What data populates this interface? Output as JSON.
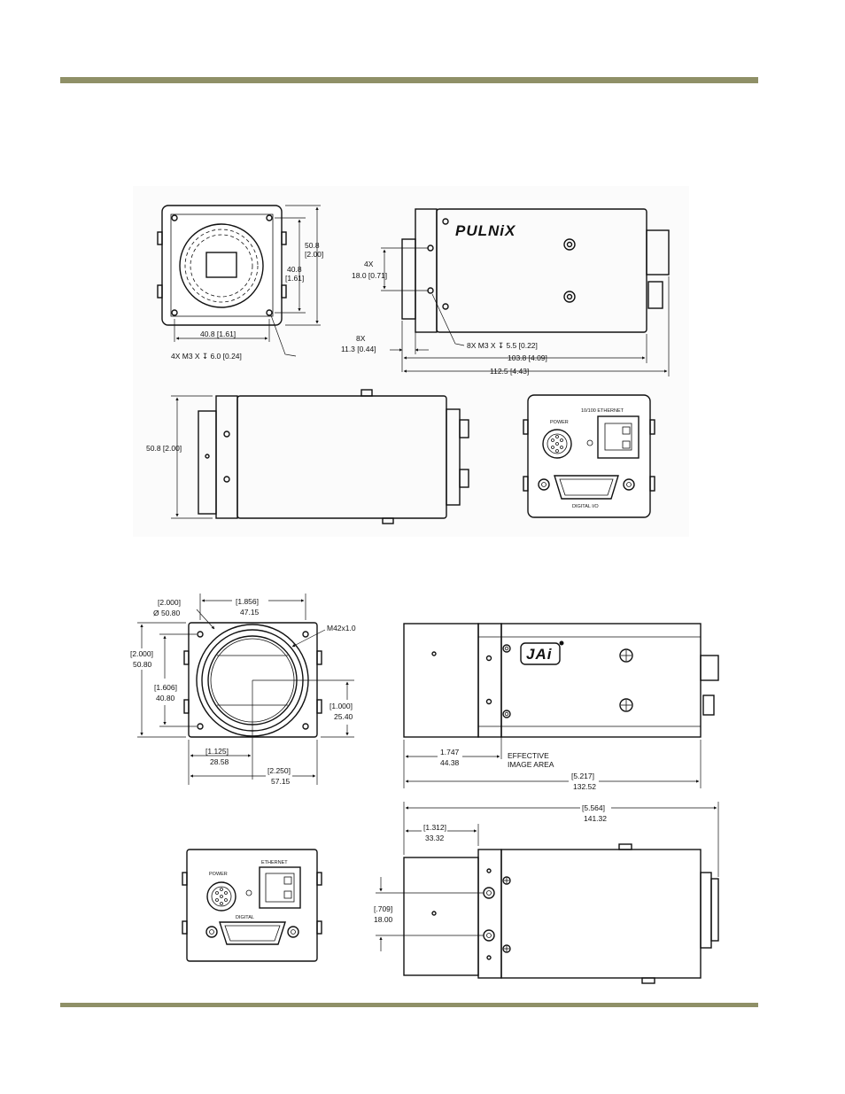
{
  "pulnix_drawing": {
    "front": {
      "height_mm": "50.8",
      "height_in": "[2.00]",
      "hole_v_mm": "40.8",
      "hole_v_in": "[1.61]",
      "hole_h": "40.8 [1.61]",
      "mount_holes": "4X M3 X ↧ 6.0 [0.24]"
    },
    "side": {
      "brand": "PULNiX",
      "hole_count": "4X",
      "hole_pitch": "18.0 [0.71]",
      "flange_count": "8X",
      "flange_length": "11.3 [0.44]",
      "side_holes": "8X M3 X ↧ 5.5 [0.22]",
      "body_length": "103.8 [4.09]",
      "total_length": "112.5 [4.43]"
    },
    "bottom": {
      "height": "50.8 [2.00]"
    },
    "rear": {
      "ethernet_label": "10/100 ETHERNET",
      "power_label": "POWER",
      "io_label": "DIGITAL I/O"
    }
  },
  "jai_drawing": {
    "front": {
      "diameter_in": "[2.000]",
      "diameter_mm": "Ø  50.80",
      "top_in": "[1.856]",
      "top_mm": "47.15",
      "thread": "M42x1.0",
      "height_in": "[2.000]",
      "height_mm": "50.80",
      "inner_in": "[1.606]",
      "inner_mm": "40.80",
      "center_v_in": "[1.000]",
      "center_v_mm": "25.40",
      "center_h_in": "[1.125]",
      "center_h_mm": "28.58",
      "width_in": "[2.250]",
      "width_mm": "57.15"
    },
    "side": {
      "sensor_in": "1.747",
      "sensor_mm": "44.38",
      "effective_label_1": "EFFECTIVE",
      "effective_label_2": "IMAGE AREA",
      "length_in": "[5.217]",
      "length_mm": "132.52",
      "brand": "JAi"
    },
    "bottom": {
      "total_in": "[5.564]",
      "total_mm": "141.32",
      "lens_in": "[1.312]",
      "lens_mm": "33.32",
      "hole_in": "[.709]",
      "hole_mm": "18.00"
    },
    "rear": {
      "power_label": "POWER",
      "ethernet_label": "ETHERNET",
      "digital_label": "DIGITAL"
    }
  }
}
